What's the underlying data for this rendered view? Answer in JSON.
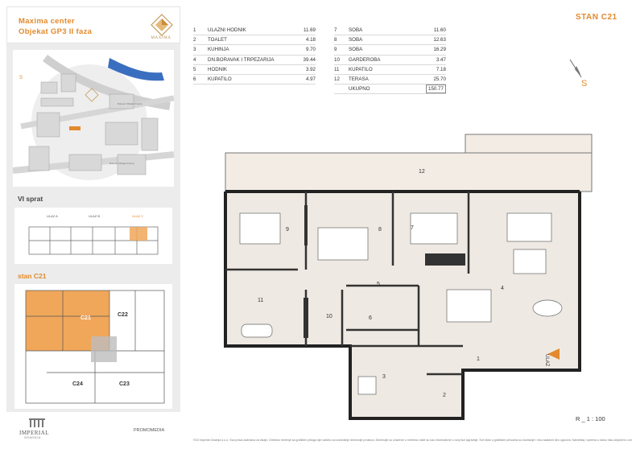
{
  "brand": {
    "line1": "Maxima center",
    "line2": "Objekat GP3 II faza",
    "logo_text": "MAXIMA"
  },
  "site_map": {
    "south_marker": "S",
    "street_labels": [
      "Bulevar Mihajla Pupina",
      "Bulevar Mihajla Pupina"
    ]
  },
  "floor": {
    "label": "VI sprat",
    "entrances": [
      "ULAZ A",
      "ULAZ B",
      "ULAZ C"
    ]
  },
  "key_plan": {
    "label": "stan C21",
    "units": [
      "C21",
      "C22",
      "C24",
      "C23"
    ]
  },
  "logos": {
    "imperial": "IMPERIAL",
    "imperial_sub": "GRADNJA",
    "promo": "PROMOMEDIA"
  },
  "apartment": {
    "title": "STAN  C21"
  },
  "rooms_left": [
    {
      "num": "1",
      "name": "ULAZNI HODNIK",
      "area": "11.69"
    },
    {
      "num": "2",
      "name": "TOALET",
      "area": "4.18"
    },
    {
      "num": "3",
      "name": "KUHINJA",
      "area": "9.70"
    },
    {
      "num": "4",
      "name": "DN.BORAVAK I TRPEZARIJA",
      "area": "39.44"
    },
    {
      "num": "5",
      "name": "HODNIK",
      "area": "3.92"
    },
    {
      "num": "6",
      "name": "KUPATILO",
      "area": "4.97"
    }
  ],
  "rooms_right": [
    {
      "num": "7",
      "name": "SOBA",
      "area": "11.60"
    },
    {
      "num": "8",
      "name": "SOBA",
      "area": "12.63"
    },
    {
      "num": "9",
      "name": "SOBA",
      "area": "16.29"
    },
    {
      "num": "10",
      "name": "GARDEROBA",
      "area": "3.47"
    },
    {
      "num": "11",
      "name": "KUPATILO",
      "area": "7.18"
    },
    {
      "num": "12",
      "name": "TERASA",
      "area": "25.70"
    }
  ],
  "total": {
    "label": "UKUPNO",
    "area": "150.77"
  },
  "compass": {
    "label": "S"
  },
  "plan": {
    "entry_tag": "ULAZ",
    "scale": "R _ 1 : 100"
  },
  "footnote": "©02 Imperial Gradnja d.o.o. Sva prava zadržana za dizajn. Direktno merenje sa grafičkih priloga nije validno za unutrašnje dimenzije prostora, Dimenzije su izražene u metrima i date su kao informativne u ovoj fazi izgradnje. Sve slike u grafičkim prilozima su ilustracije i nisu sastavni deo ugovora. Nameštaj i oprema u stanu nisu uključeni u cenu stana."
}
